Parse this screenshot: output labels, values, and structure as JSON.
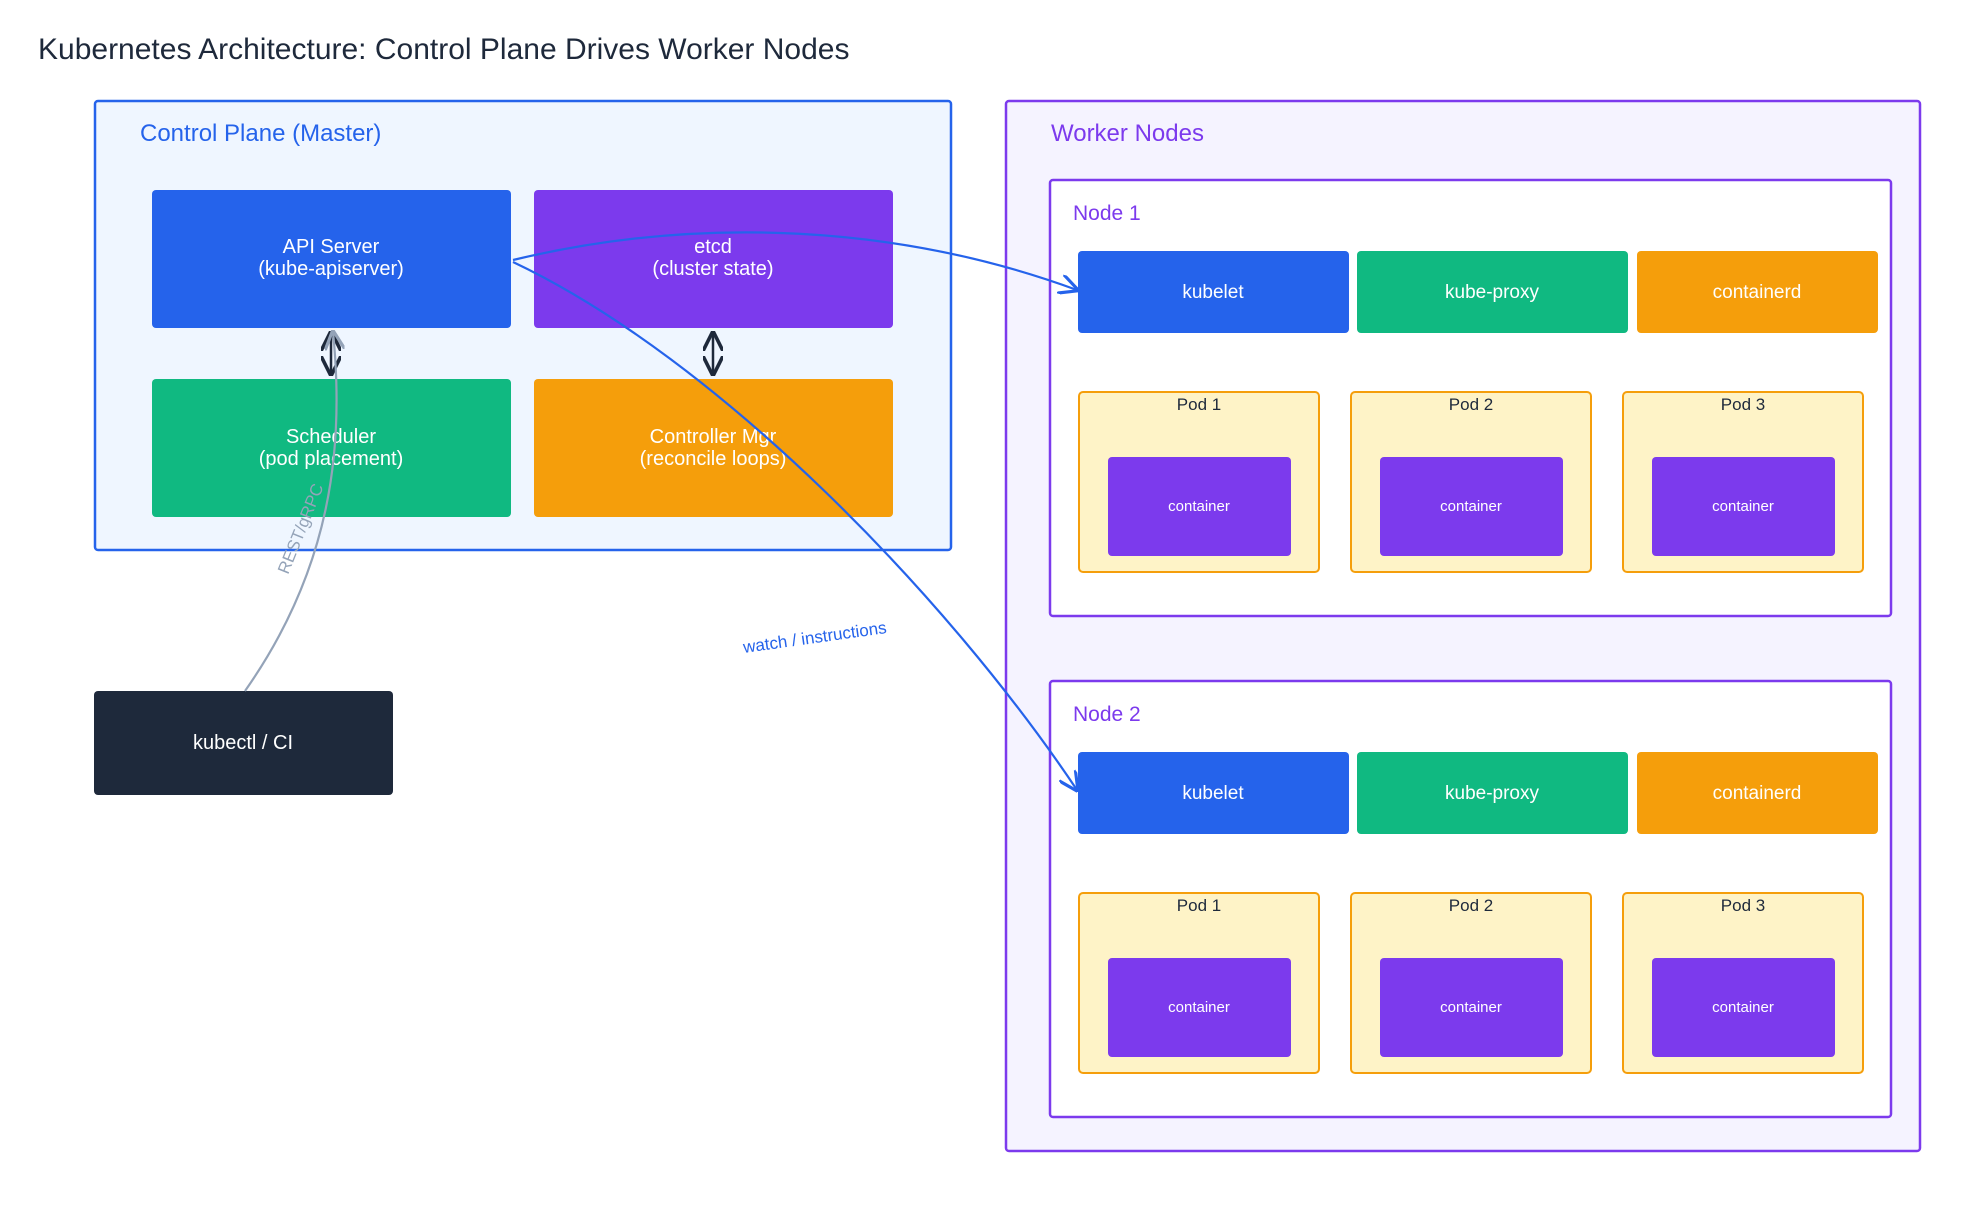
{
  "title": "Kubernetes Architecture: Control Plane Drives Worker Nodes",
  "control_plane": {
    "label": "Control Plane (Master)",
    "components": [
      {
        "id": "api",
        "line1": "API Server",
        "line2": "(kube-apiserver)",
        "color": "#2563eb"
      },
      {
        "id": "etcd",
        "line1": "etcd",
        "line2": "(cluster state)",
        "color": "#7c3aed"
      },
      {
        "id": "scheduler",
        "line1": "Scheduler",
        "line2": "(pod placement)",
        "color": "#10b981"
      },
      {
        "id": "controller",
        "line1": "Controller Mgr",
        "line2": "(reconcile loops)",
        "color": "#f59e0b"
      }
    ]
  },
  "client": {
    "label": "kubectl / CI",
    "color": "#1e293b"
  },
  "worker_nodes": {
    "label": "Worker Nodes",
    "nodes": [
      {
        "label": "Node 1",
        "components": [
          "kubelet",
          "kube-proxy",
          "containerd"
        ],
        "pods": [
          {
            "label": "Pod 1",
            "container": "container"
          },
          {
            "label": "Pod 2",
            "container": "container"
          },
          {
            "label": "Pod 3",
            "container": "container"
          }
        ]
      },
      {
        "label": "Node 2",
        "components": [
          "kubelet",
          "kube-proxy",
          "containerd"
        ],
        "pods": [
          {
            "label": "Pod 1",
            "container": "container"
          },
          {
            "label": "Pod 2",
            "container": "container"
          },
          {
            "label": "Pod 3",
            "container": "container"
          }
        ]
      }
    ]
  },
  "edges": {
    "client_api": "REST/gRPC",
    "api_nodes": "watch / instructions"
  },
  "colors": {
    "control_border": "#2563eb",
    "control_fill": "#eff6ff",
    "worker_border": "#7c3aed",
    "worker_fill": "#f5f3ff",
    "kubelet": "#2563eb",
    "kube_proxy": "#10b981",
    "containerd": "#f59e0b",
    "pod_fill": "#fef3c7",
    "pod_border": "#f59e0b",
    "container": "#7c3aed",
    "edge_blue": "#2563eb",
    "edge_gray": "#94a3b8",
    "edge_dark": "#1e293b"
  }
}
